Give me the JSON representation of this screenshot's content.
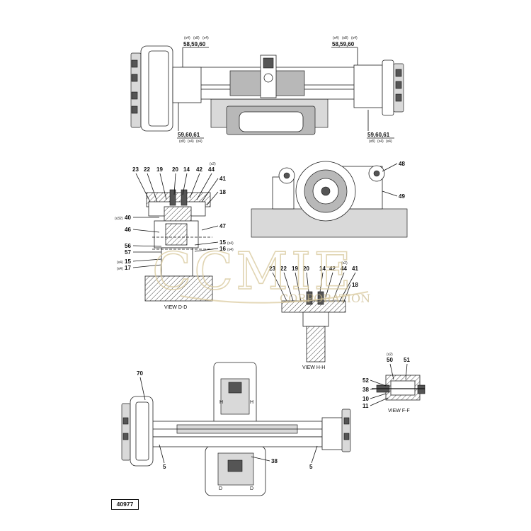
{
  "document_number": "40977",
  "watermark": {
    "main": "CCMIE",
    "sub": "CORPORATION"
  },
  "top_view": {
    "callout_top_left": {
      "qty": [
        "(x4)",
        "(x8)",
        "(x4)"
      ],
      "parts": "58,59,60"
    },
    "callout_top_right": {
      "qty": [
        "(x4)",
        "(x8)",
        "(x4)"
      ],
      "parts": "58,59,60"
    },
    "callout_bottom_left": {
      "parts": "59,60,61",
      "qty": [
        "(x8)",
        "(x4)",
        "(x4)"
      ]
    },
    "callout_bottom_right": {
      "parts": "59,60,61",
      "qty": [
        "(x8)",
        "(x4)",
        "(x4)"
      ]
    }
  },
  "view_dd": {
    "caption": "VIEW D-D",
    "top_labels": [
      "23",
      "22",
      "19",
      "20",
      "14",
      "42",
      "44"
    ],
    "top_qty": "(x2)",
    "right_labels": [
      "41",
      "18",
      "47"
    ],
    "left_labels": [
      "40",
      "46",
      "56",
      "57",
      "15",
      "17"
    ],
    "left_qty": {
      "40": "(x32)",
      "15": "(x4)",
      "17": "(x4)"
    },
    "right_lower_labels": [
      "15",
      "16"
    ],
    "right_lower_qty": {
      "15": "(x4)",
      "16": "(x4)"
    }
  },
  "side_view": {
    "labels": [
      "48",
      "49"
    ]
  },
  "view_hh": {
    "caption": "VIEW H-H",
    "top_labels": [
      "23",
      "22",
      "19",
      "20",
      "14",
      "42",
      "44",
      "41"
    ],
    "top_qty": "(x2)",
    "right_label": "18"
  },
  "view_ff": {
    "caption": "VIEW F-F",
    "top_labels": [
      "50",
      "51"
    ],
    "top_qty": "(x2)",
    "left_labels": [
      "52",
      "38",
      "10",
      "11"
    ]
  },
  "bottom_view": {
    "labels": [
      "70",
      "5",
      "5",
      "38"
    ],
    "section_marks": [
      "H",
      "H",
      "D",
      "D"
    ]
  }
}
